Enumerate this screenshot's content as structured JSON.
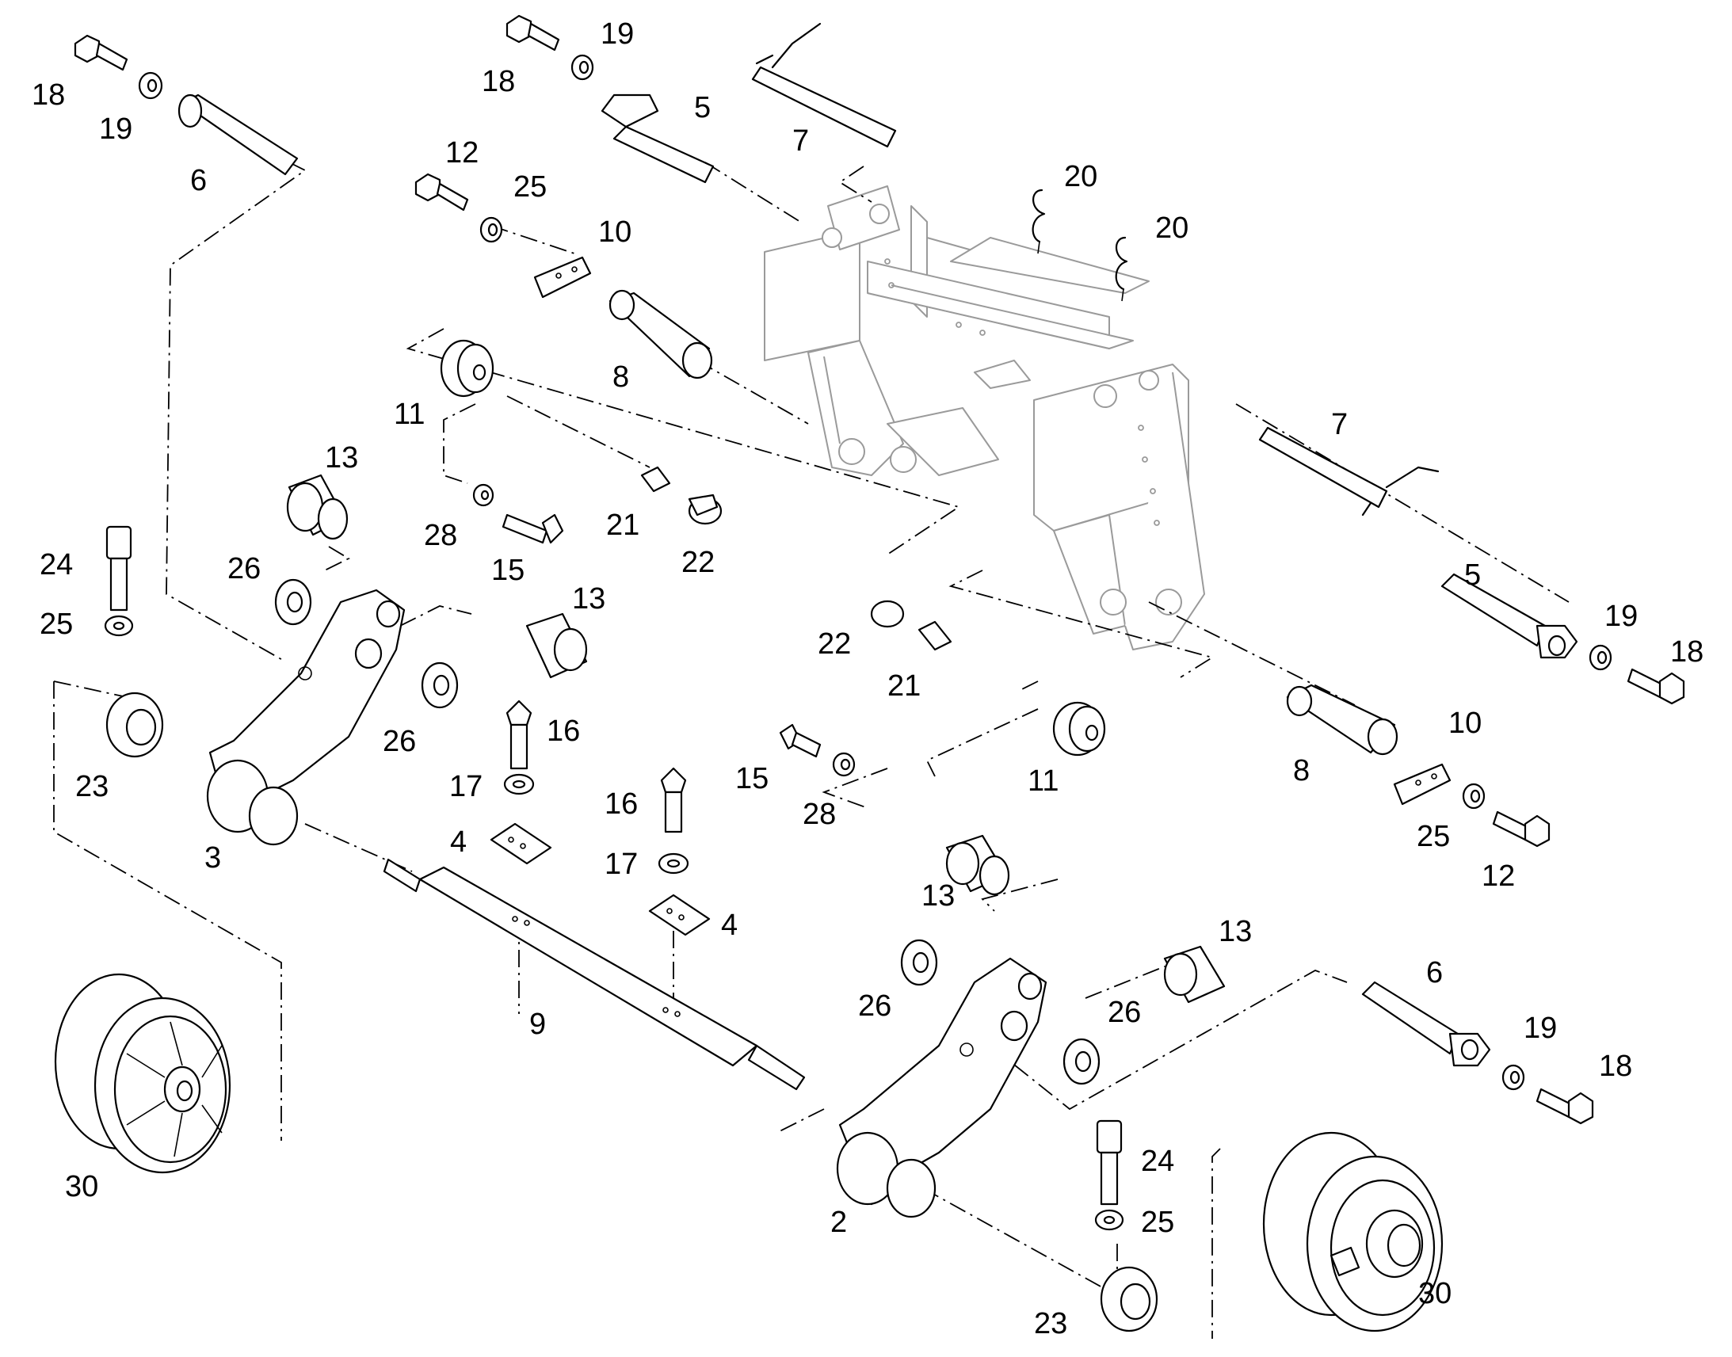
{
  "callouts": [
    {
      "text": "18"
    },
    {
      "text": "19"
    },
    {
      "text": "6"
    },
    {
      "text": "18"
    },
    {
      "text": "19"
    },
    {
      "text": "5"
    },
    {
      "text": "7"
    },
    {
      "text": "12"
    },
    {
      "text": "25"
    },
    {
      "text": "10"
    },
    {
      "text": "20"
    },
    {
      "text": "20"
    },
    {
      "text": "8"
    },
    {
      "text": "11"
    },
    {
      "text": "13"
    },
    {
      "text": "7"
    },
    {
      "text": "24"
    },
    {
      "text": "26"
    },
    {
      "text": "28"
    },
    {
      "text": "21"
    },
    {
      "text": "15"
    },
    {
      "text": "22"
    },
    {
      "text": "25"
    },
    {
      "text": "13"
    },
    {
      "text": "5"
    },
    {
      "text": "19"
    },
    {
      "text": "18"
    },
    {
      "text": "26"
    },
    {
      "text": "22"
    },
    {
      "text": "16"
    },
    {
      "text": "21"
    },
    {
      "text": "23"
    },
    {
      "text": "17"
    },
    {
      "text": "10"
    },
    {
      "text": "15"
    },
    {
      "text": "11"
    },
    {
      "text": "8"
    },
    {
      "text": "3"
    },
    {
      "text": "4"
    },
    {
      "text": "28"
    },
    {
      "text": "16"
    },
    {
      "text": "25"
    },
    {
      "text": "17"
    },
    {
      "text": "12"
    },
    {
      "text": "13"
    },
    {
      "text": "4"
    },
    {
      "text": "13"
    },
    {
      "text": "6"
    },
    {
      "text": "26"
    },
    {
      "text": "26"
    },
    {
      "text": "9"
    },
    {
      "text": "19"
    },
    {
      "text": "18"
    },
    {
      "text": "30"
    },
    {
      "text": "24"
    },
    {
      "text": "2"
    },
    {
      "text": "25"
    },
    {
      "text": "30"
    },
    {
      "text": "23"
    }
  ]
}
